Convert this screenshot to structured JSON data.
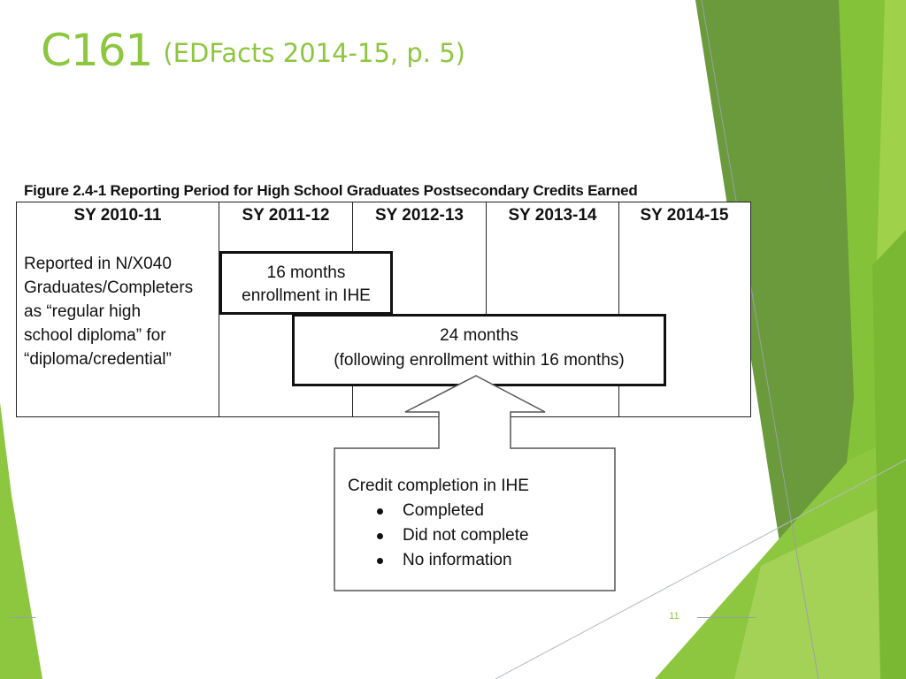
{
  "slide": {
    "title_code": "C161",
    "title_rest": "(EDFacts 2014-15, p. 5)",
    "number": "11"
  },
  "figure": {
    "caption": "Figure 2.4-1 Reporting Period for High School Graduates Postsecondary Credits Earned",
    "years": [
      "SY 2010-11",
      "SY 2011-12",
      "SY 2012-13",
      "SY 2013-14",
      "SY 2014-15"
    ],
    "reported_lines": [
      "Reported in N/X040",
      "Graduates/Completers",
      "as “regular high",
      "school diploma” for",
      "“diploma/credential”"
    ],
    "box16_lines": [
      "16 months",
      "enrollment in IHE"
    ],
    "box24_lines": [
      "24 months",
      "(following enrollment within 16 months)"
    ],
    "credit": {
      "heading": "Credit completion in IHE",
      "items": [
        "Completed",
        "Did not complete",
        "No information"
      ]
    }
  },
  "colors": {
    "accent": "#8dc63f",
    "accent_dark": "#6a9a3c",
    "accent_light": "#c6e29a"
  }
}
